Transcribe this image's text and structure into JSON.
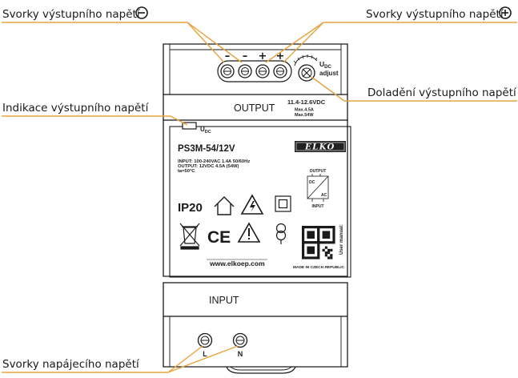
{
  "callouts": {
    "neg_terminals": "Svorky výstupního napětí",
    "pos_terminals": "Svorky výstupního napětí",
    "adjust": "Doladění výstupního napětí",
    "indicator": "Indikace výstupního napětí",
    "supply": "Svorky napájecího napětí"
  },
  "device": {
    "minus_marks": [
      "–",
      "–"
    ],
    "plus_marks": [
      "+",
      "+"
    ],
    "udc_adjust_u": "U",
    "udc_adjust_sub": "DC",
    "adjust_word": "adjust",
    "output_label": "OUTPUT",
    "output_voltage": "11.4-12.6VDC",
    "output_max_a": "Max.4.5A",
    "output_max_w": "Max.54W",
    "led_u": "U",
    "led_sub": "DC",
    "model": "PS3M-54/12V",
    "brand": "ELKO",
    "spec_input": "INPUT: 100-240VAC  1.4A  50/60Hz",
    "spec_output": "OUTPUT: 12VDC  4.5A (54W)",
    "spec_ta": "ta=50°C",
    "schema_output": "OUTPUT",
    "schema_input": "INPUT",
    "schema_dc": "DC",
    "schema_ac": "AC",
    "ip_rating": "IP20",
    "ce_mark": "CE",
    "website": "www.elkoep.com",
    "made_in": "MADE IN CZECH REPUBLIC",
    "user_manual": "User manual:",
    "input_label": "INPUT",
    "terminal_l": "L",
    "terminal_n": "N"
  },
  "colors": {
    "callout_line": "#e8a33d",
    "outline": "#1a1a1a"
  }
}
